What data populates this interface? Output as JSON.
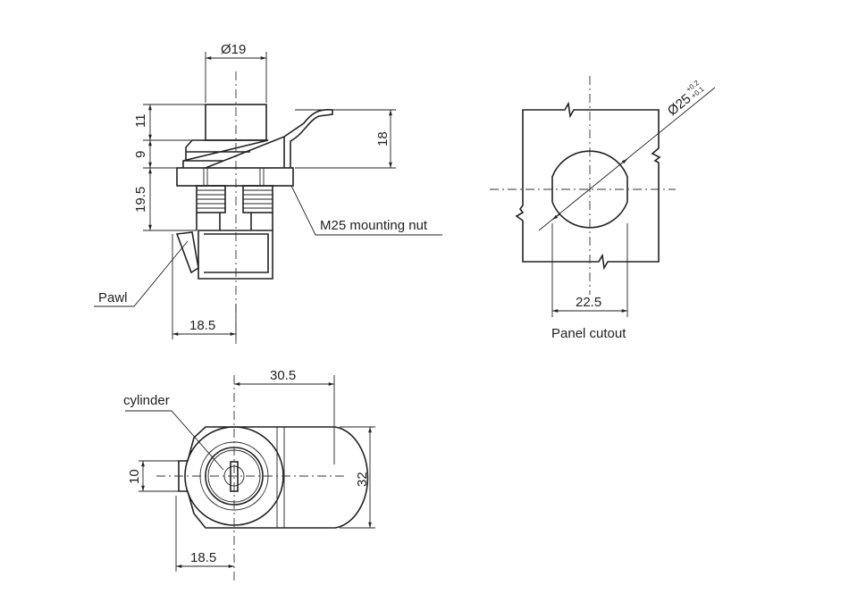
{
  "side_view": {
    "dim_diameter": "Ø19",
    "dim_11": "11",
    "dim_9": "9",
    "dim_19_5": "19.5",
    "dim_18": "18",
    "dim_18_5": "18.5",
    "label_nut": "M25 mounting nut",
    "label_pawl": "Pawl"
  },
  "panel_view": {
    "dim_diameter": "Ø25",
    "tol_upper": "+0.2",
    "tol_lower": "+0.1",
    "dim_width": "22.5",
    "caption": "Panel cutout"
  },
  "front_view": {
    "label_cylinder": "cylinder",
    "dim_30_5": "30.5",
    "dim_32": "32",
    "dim_10": "10",
    "dim_18_5": "18.5"
  }
}
